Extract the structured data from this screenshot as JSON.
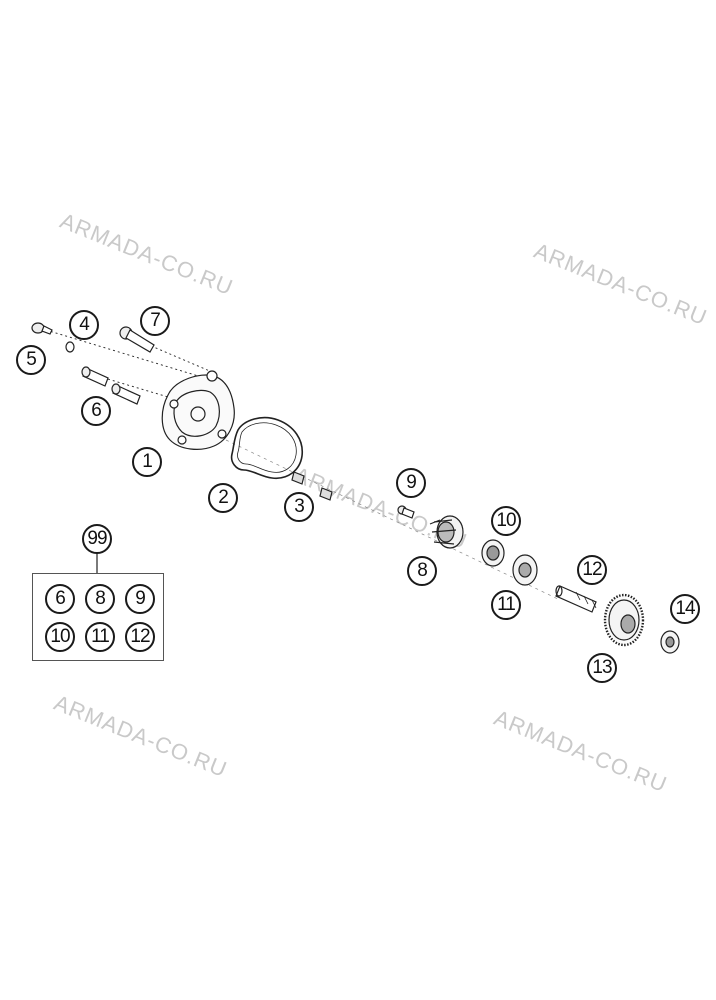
{
  "watermark_text": "ARMADA-CO.RU",
  "callouts": {
    "c1": "1",
    "c2": "2",
    "c3": "3",
    "c4": "4",
    "c5": "5",
    "c6": "6",
    "c7": "7",
    "c8": "8",
    "c9": "9",
    "c10": "10",
    "c11": "11",
    "c12": "12",
    "c13": "13",
    "c14": "14",
    "c99": "99"
  },
  "kit": {
    "label": "99",
    "items": [
      "6",
      "8",
      "9",
      "10",
      "11",
      "12"
    ]
  }
}
